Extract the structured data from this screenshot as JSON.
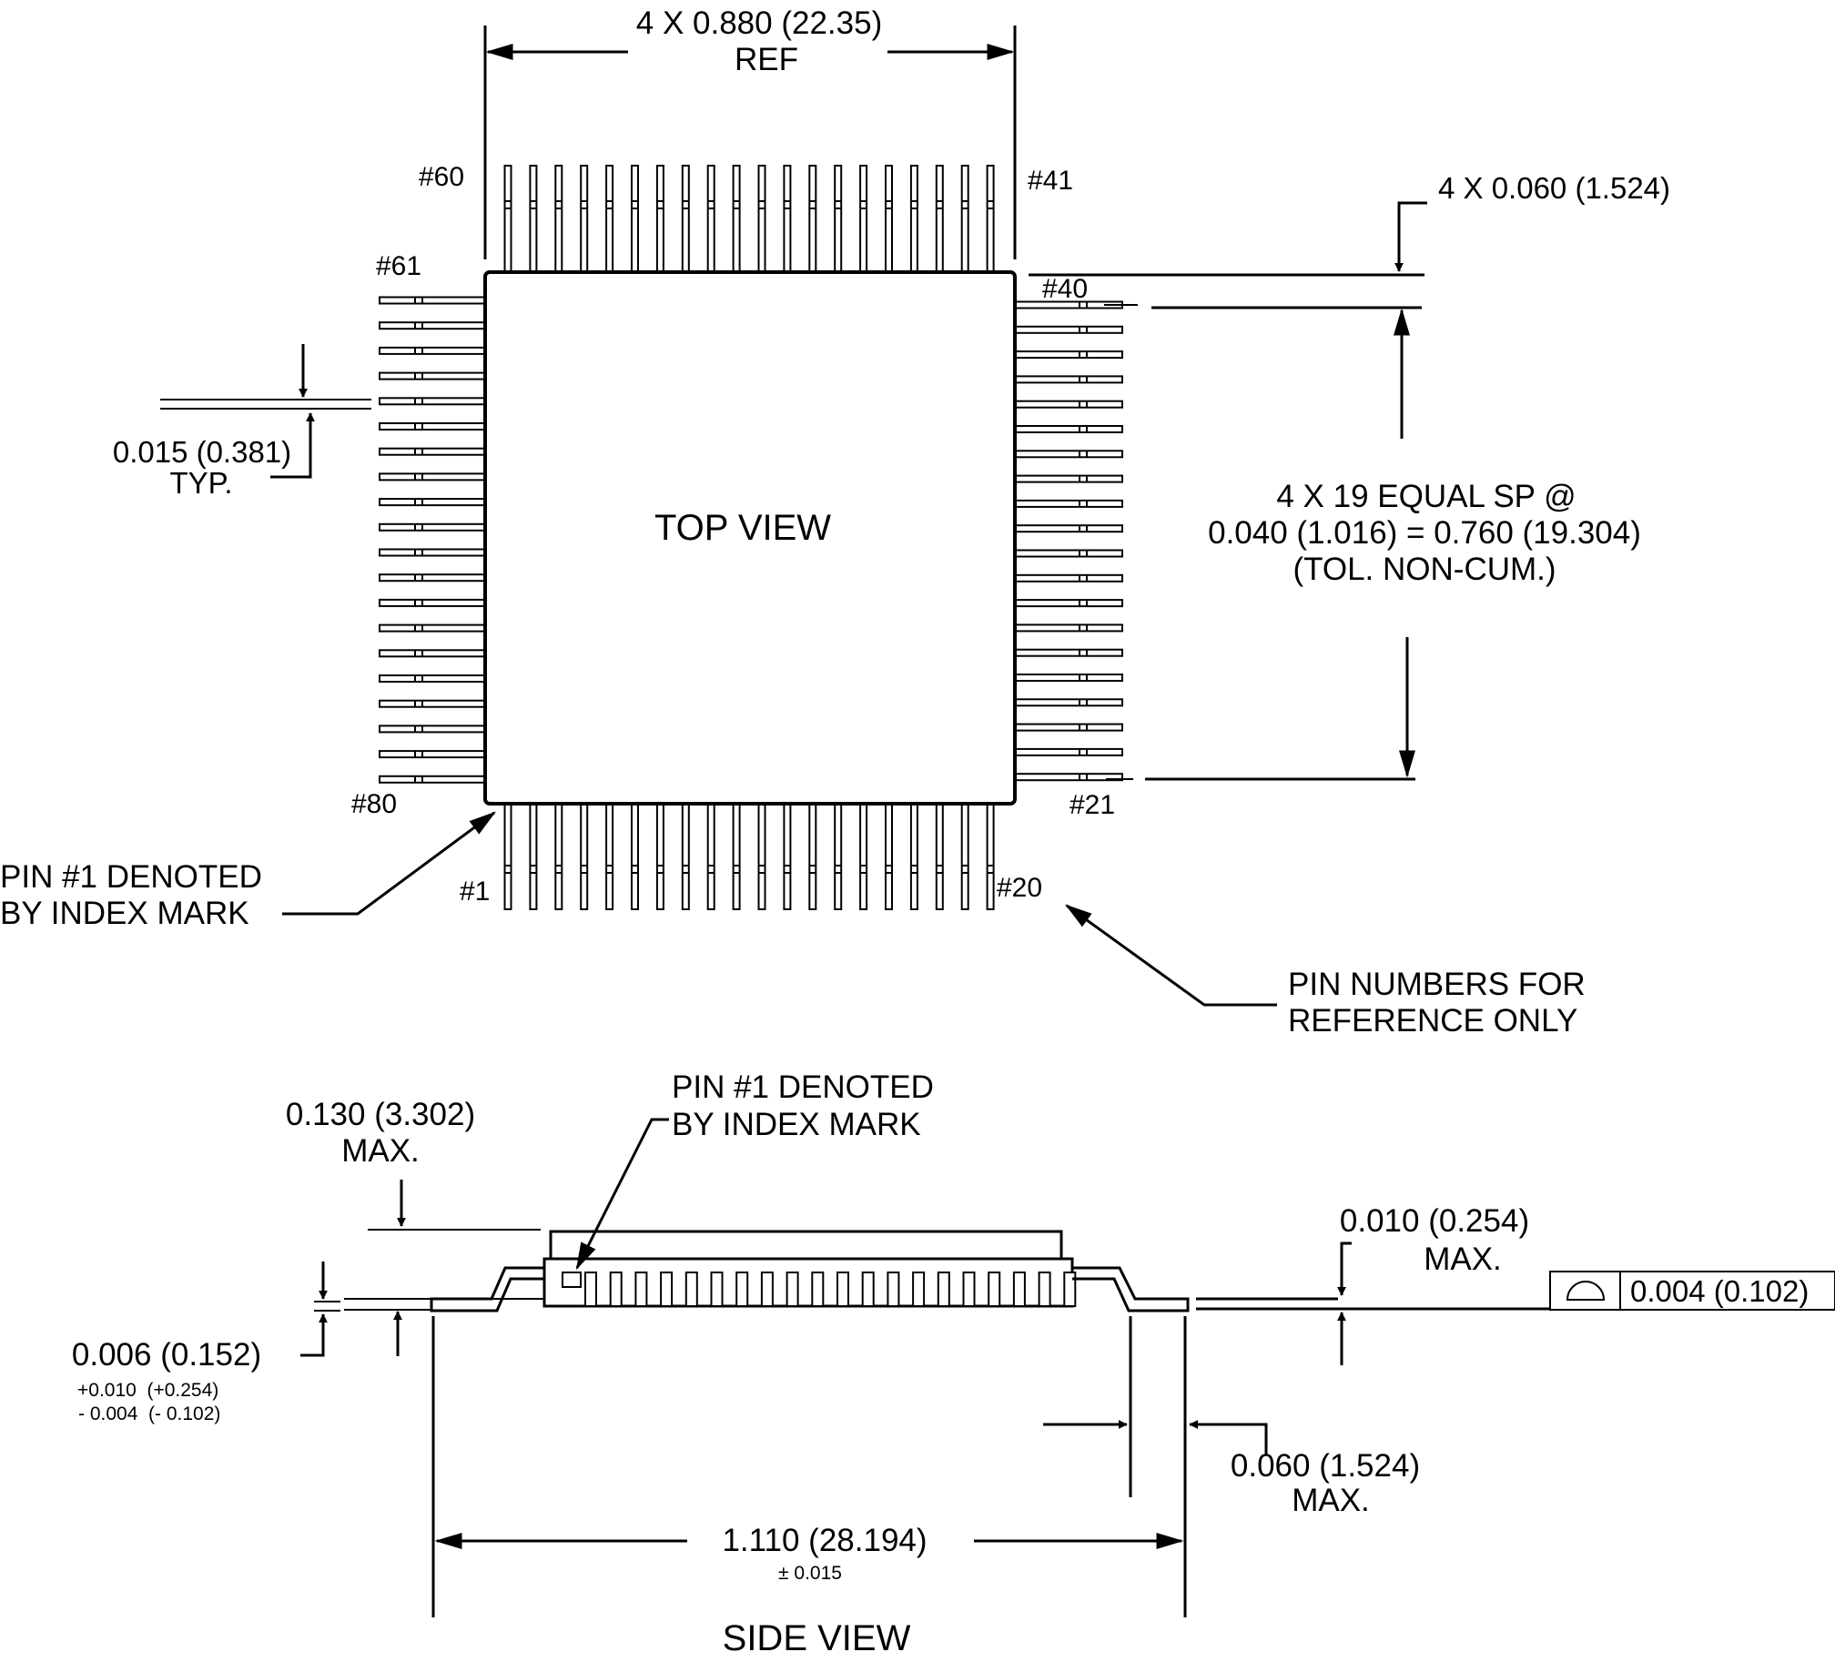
{
  "top_view": {
    "title": "TOP VIEW",
    "pin_count_per_side": 20,
    "pin_labels": {
      "p1": "#1",
      "p20": "#20",
      "p21": "#21",
      "p40": "#40",
      "p41": "#41",
      "p60": "#60",
      "p61": "#61",
      "p80": "#80"
    },
    "width_dim": {
      "line1": "4 X 0.880 (22.35)",
      "line2": "REF"
    },
    "lead_offset_dim": "4 X 0.060 (1.524)",
    "lead_width_dim": {
      "line1": "0.015 (0.381)",
      "line2": "TYP."
    },
    "spacing_dim": {
      "line1": "4 X 19 EQUAL SP @",
      "line2": "0.040 (1.016) = 0.760 (19.304)",
      "line3": "(TOL. NON-CUM.)"
    },
    "index_note": {
      "line1": "PIN #1 DENOTED",
      "line2": "BY INDEX MARK"
    },
    "reference_note": {
      "line1": "PIN NUMBERS FOR",
      "line2": "REFERENCE ONLY"
    }
  },
  "side_view": {
    "title": "SIDE VIEW",
    "height_dim": {
      "line1": "0.130 (3.302)",
      "line2": "MAX."
    },
    "index_note": {
      "line1": "PIN #1 DENOTED",
      "line2": "BY INDEX MARK"
    },
    "standoff_dim": {
      "line1": "0.010 (0.254)",
      "line2": "MAX."
    },
    "flatness_tolerance": "0.004 (0.102)",
    "lead_thickness_dim": {
      "main": "0.006 (0.152)",
      "plus": "+0.010  (+0.254)",
      "minus": "- 0.004  (- 0.102)"
    },
    "foot_length_dim": {
      "line1": "0.060 (1.524)",
      "line2": "MAX."
    },
    "overall_length_dim": {
      "main": "1.110 (28.194)",
      "tolerance": "± 0.015"
    }
  }
}
